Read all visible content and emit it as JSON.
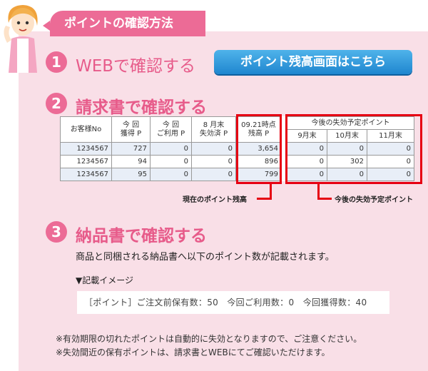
{
  "header": {
    "title": "ポイントの確認方法"
  },
  "step1": {
    "num": "1",
    "title": "WEBで確認する",
    "button_label": "ポイント残高画面はこちら"
  },
  "step2": {
    "num": "2",
    "title": "請求書で確認する",
    "table": {
      "col_customer": "お客様No",
      "col_earned": [
        "今 回",
        "獲得 P"
      ],
      "col_used": [
        "今 回",
        "ご利用 P"
      ],
      "col_expired": [
        "8 月末",
        "失効済 P"
      ],
      "col_balance": [
        "09.21時点",
        "残高 P"
      ],
      "future_group": "今後の失効予定ポイント",
      "future_months": [
        "9月末",
        "10月末",
        "11月末"
      ],
      "rows": [
        [
          "1234567",
          "727",
          "0",
          "0",
          "3,654",
          "0",
          "0",
          "0"
        ],
        [
          "1234567",
          "94",
          "0",
          "0",
          "896",
          "0",
          "302",
          "0"
        ],
        [
          "1234567",
          "95",
          "0",
          "0",
          "799",
          "0",
          "0",
          "0"
        ]
      ]
    },
    "callout_balance": "現在のポイント残高",
    "callout_future": "今後の失効予定ポイント"
  },
  "step3": {
    "num": "3",
    "title": "納品書で確認する",
    "description": "商品と同梱される納品書へ以下のポイント数が記載されます。",
    "sample_label": "▼記載イメージ",
    "sample_text": "［ポイント］ご注文前保有数：50　今回ご利用数：0　今回獲得数：40"
  },
  "notes": [
    "※有効期限の切れたポイントは自動的に失効となりますので、ご注意ください。",
    "※失効間近の保有ポイントは、請求書とWEBにてご確認いただけます。"
  ],
  "colors": {
    "accent": "#ec6b96",
    "panel": "#f9dfe7",
    "button": "#1f86cf",
    "highlight": "#e60012"
  },
  "icons": {
    "avatar": "woman-avatar-icon"
  }
}
